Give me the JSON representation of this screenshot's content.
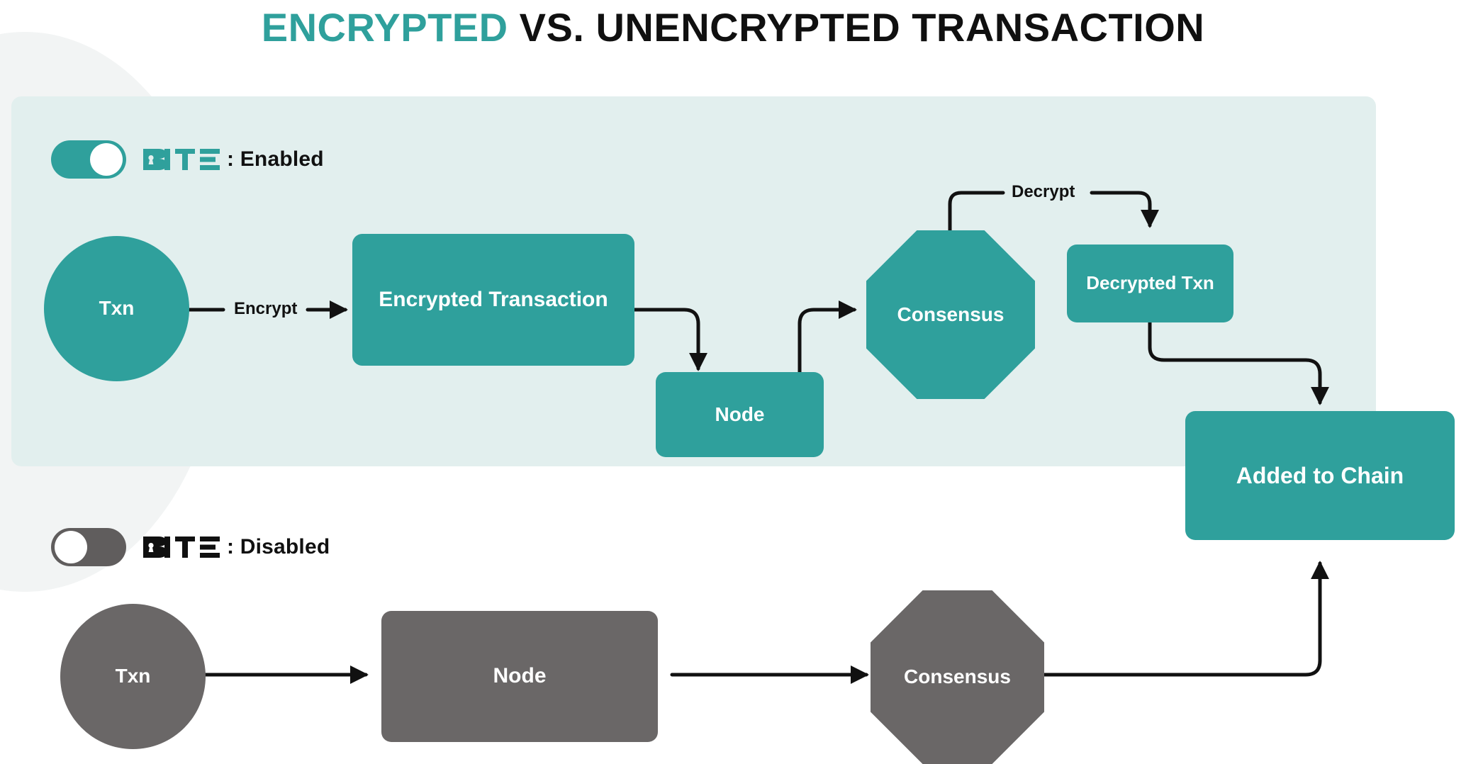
{
  "title": {
    "accent": "ENCRYPTED",
    "rest": "VS. UNENCRYPTED  TRANSACTION",
    "full": "ENCRYPTED VS. UNENCRYPTED TRANSACTION"
  },
  "colors": {
    "teal": "#2FA09C",
    "grey": "#6A6767",
    "panel_bg": "#E2EFEE",
    "page_bg": "#FFFFFF",
    "wire": "#111111",
    "deco": "#F2F4F4"
  },
  "encrypted_flow": {
    "toggle": {
      "state": "on",
      "brand": "BITE",
      "separator": ":",
      "status": "Enabled",
      "status_label": ": Enabled"
    },
    "nodes": [
      {
        "id": "txn",
        "label": "Txn",
        "shape": "circle",
        "color": "teal"
      },
      {
        "id": "enc-txn",
        "label": "Encrypted Transaction",
        "shape": "rbox",
        "color": "teal"
      },
      {
        "id": "node",
        "label": "Node",
        "shape": "rbox",
        "color": "teal"
      },
      {
        "id": "consensus",
        "label": "Consensus",
        "shape": "octagon",
        "color": "teal"
      },
      {
        "id": "decrypted",
        "label": "Decrypted Txn",
        "shape": "rbox",
        "color": "teal"
      }
    ],
    "edges": [
      {
        "from": "txn",
        "to": "enc-txn",
        "label": "Encrypt"
      },
      {
        "from": "enc-txn",
        "to": "node",
        "label": ""
      },
      {
        "from": "node",
        "to": "consensus",
        "label": ""
      },
      {
        "from": "consensus",
        "to": "decrypted",
        "label": "Decrypt"
      },
      {
        "from": "decrypted",
        "to": "chain",
        "label": ""
      }
    ]
  },
  "unencrypted_flow": {
    "toggle": {
      "state": "off",
      "brand": "BITE",
      "separator": ":",
      "status": "Disabled",
      "status_label": ": Disabled"
    },
    "nodes": [
      {
        "id": "txn2",
        "label": "Txn",
        "shape": "circle",
        "color": "grey"
      },
      {
        "id": "node2",
        "label": "Node",
        "shape": "rbox",
        "color": "grey"
      },
      {
        "id": "consensus2",
        "label": "Consensus",
        "shape": "octagon",
        "color": "grey"
      }
    ],
    "edges": [
      {
        "from": "txn2",
        "to": "node2",
        "label": ""
      },
      {
        "from": "node2",
        "to": "consensus2",
        "label": ""
      },
      {
        "from": "consensus2",
        "to": "chain",
        "label": ""
      }
    ]
  },
  "shared": {
    "chain": {
      "id": "chain",
      "label": "Added to Chain",
      "shape": "rbox",
      "color": "teal"
    }
  }
}
